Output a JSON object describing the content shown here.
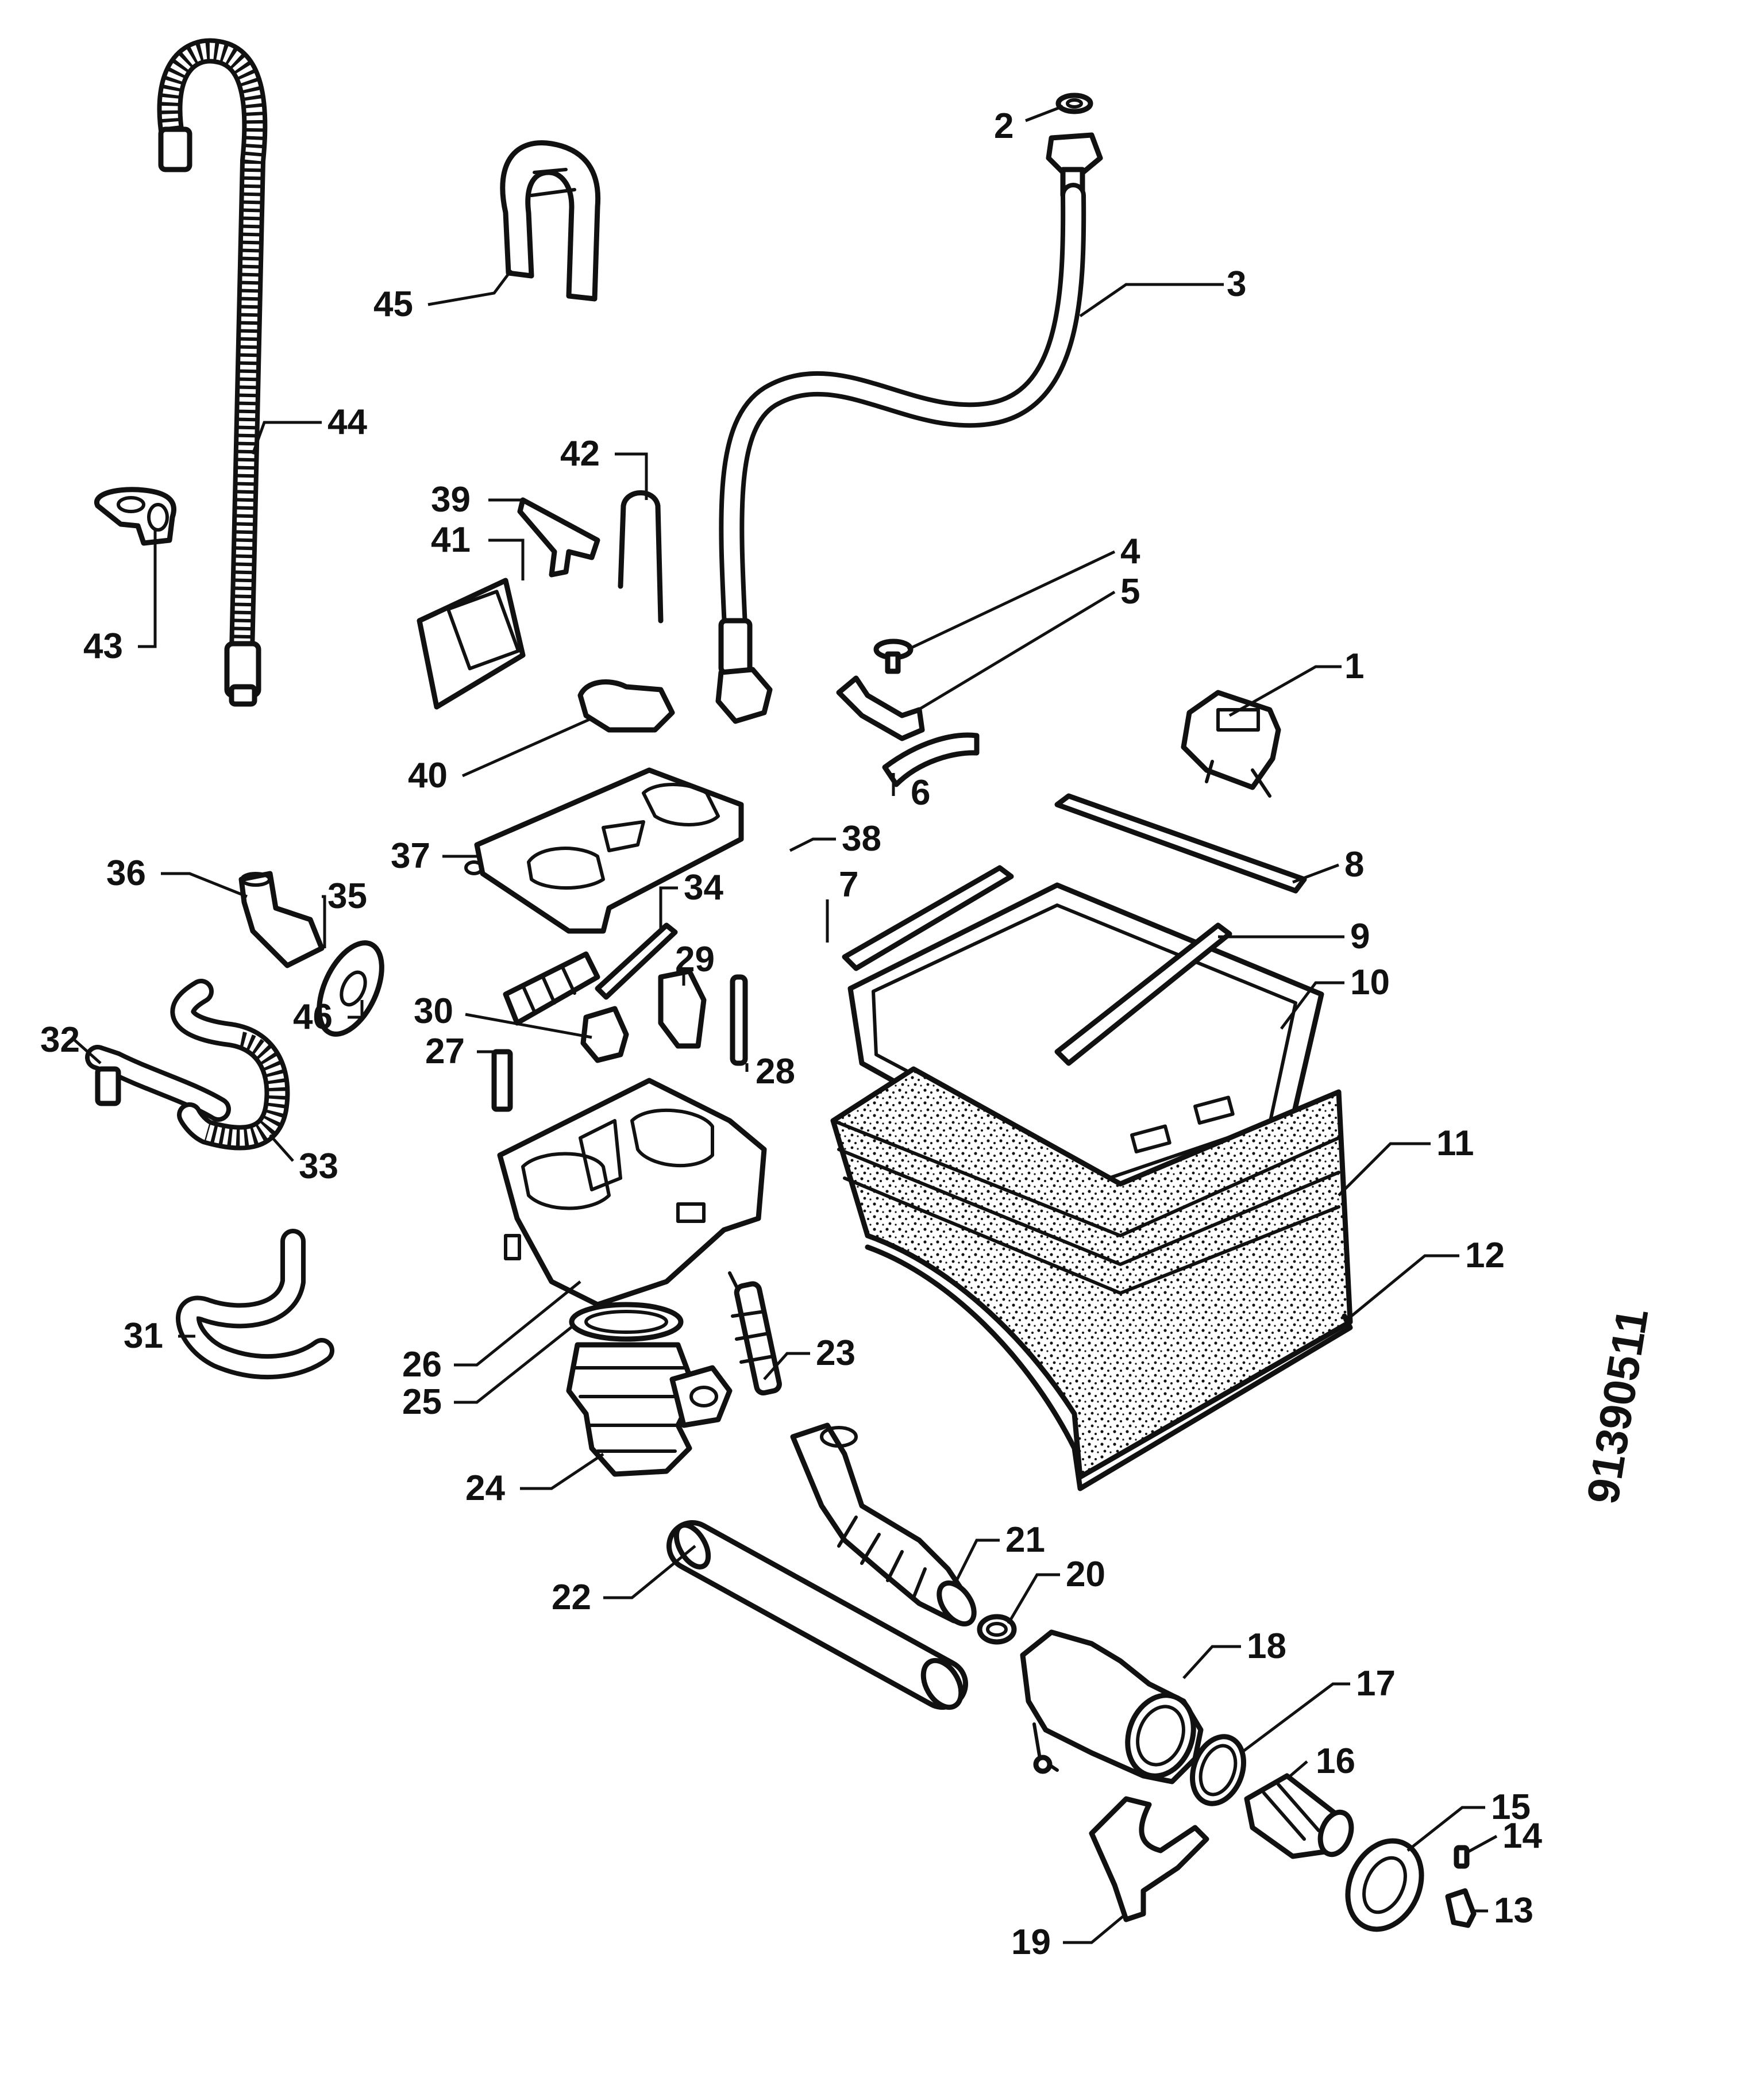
{
  "diagram": {
    "document_number": "91390511",
    "part_labels": [
      "1",
      "2",
      "3",
      "4",
      "5",
      "6",
      "7",
      "8",
      "9",
      "10",
      "11",
      "12",
      "13",
      "14",
      "15",
      "16",
      "17",
      "18",
      "19",
      "20",
      "21",
      "22",
      "23",
      "24",
      "25",
      "26",
      "27",
      "28",
      "29",
      "30",
      "31",
      "32",
      "33",
      "34",
      "35",
      "36",
      "37",
      "38",
      "39",
      "40",
      "41",
      "42",
      "43",
      "44",
      "45",
      "46"
    ],
    "colors": {
      "ink": "#111111",
      "paper": "#ffffff"
    }
  }
}
